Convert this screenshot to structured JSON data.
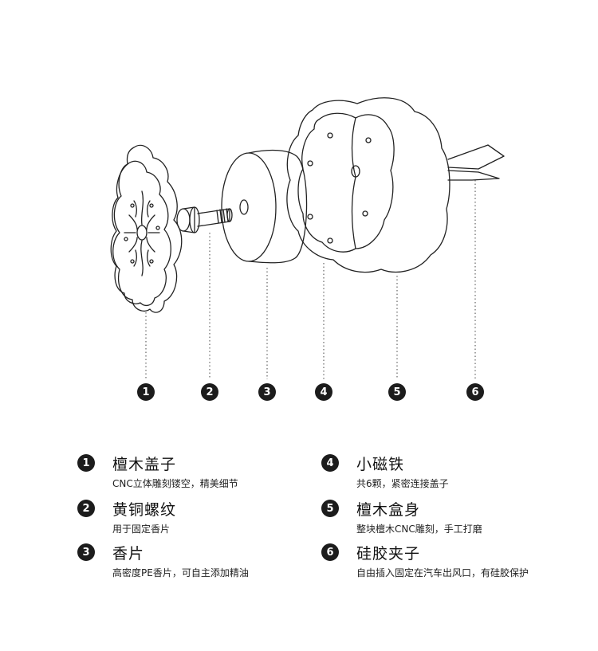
{
  "callouts": [
    "1",
    "2",
    "3",
    "4",
    "5",
    "6"
  ],
  "parts": [
    {
      "num": "1",
      "title": "檀木盖子",
      "desc": "CNC立体雕刻镂空，精美细节"
    },
    {
      "num": "2",
      "title": "黄铜螺纹",
      "desc": "用于固定香片"
    },
    {
      "num": "3",
      "title": "香片",
      "desc": "高密度PE香片，可自主添加精油"
    },
    {
      "num": "4",
      "title": "小磁铁",
      "desc": "共6颗，紧密连接盖子"
    },
    {
      "num": "5",
      "title": "檀木盒身",
      "desc": "整块檀木CNC雕刻，手工打磨"
    },
    {
      "num": "6",
      "title": "硅胶夹子",
      "desc": "自由插入固定在汽车出风口，有硅胶保护"
    }
  ],
  "colors": {
    "line": "#222222",
    "callout_fill": "#1c1c1c",
    "background": "#ffffff"
  }
}
